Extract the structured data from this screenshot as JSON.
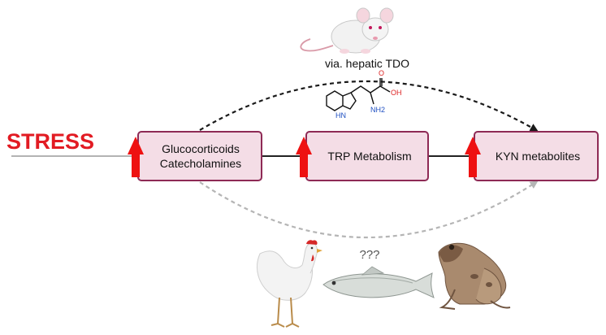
{
  "diagram": {
    "stress_label": "STRESS",
    "boxes": [
      {
        "lines": [
          "Glucocorticoids",
          "Catecholamines"
        ]
      },
      {
        "lines": [
          "TRP Metabolism"
        ]
      },
      {
        "lines": [
          "KYN metabolites"
        ]
      }
    ],
    "top_path_label": "via. hepatic TDO",
    "bottom_path_label": "???",
    "molecule": {
      "labels": [
        "O",
        "OH",
        "HN",
        "NH2"
      ]
    },
    "colors": {
      "stress": "#e21b23",
      "box_fill": "#f4dde6",
      "box_stroke": "#8e2a55",
      "up_arrow": "#ee1111",
      "top_arrow": "#1a1a1a",
      "bottom_arrow": "#b5b5b5",
      "connector": "#222222"
    },
    "icons": [
      "mouse-icon",
      "chicken-icon",
      "fish-icon",
      "frog-icon",
      "tryptophan-structure-icon",
      "up-arrow-icon"
    ]
  }
}
